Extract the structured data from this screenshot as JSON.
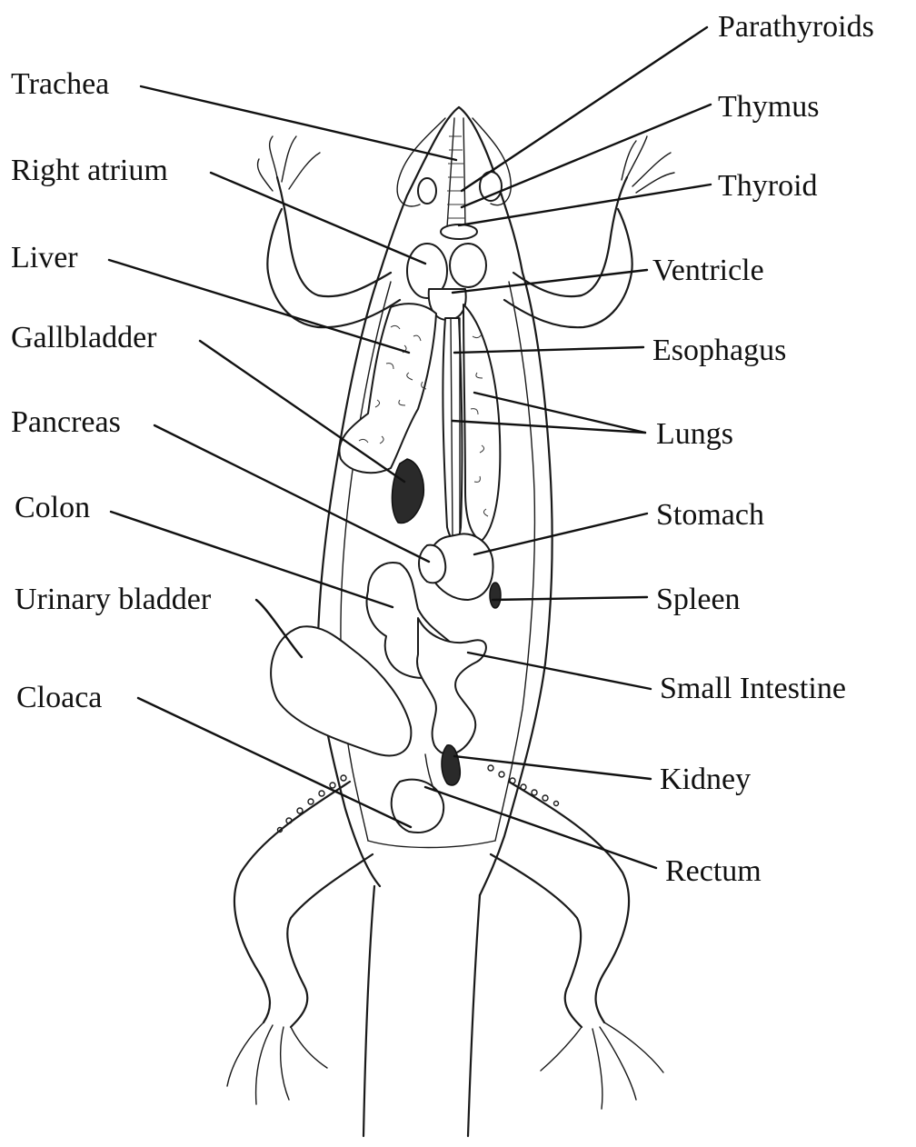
{
  "labels": {
    "trachea": "Trachea",
    "right_atrium": "Right atrium",
    "liver": "Liver",
    "gallbladder": "Gallbladder",
    "pancreas": "Pancreas",
    "colon": "Colon",
    "urinary_bladder": "Urinary bladder",
    "cloaca": "Cloaca",
    "parathyroids": "Parathyroids",
    "thymus": "Thymus",
    "thyroid": "Thyroid",
    "ventricle": "Ventricle",
    "esophagus": "Esophagus",
    "lungs": "Lungs",
    "stomach": "Stomach",
    "spleen": "Spleen",
    "small_intestine": "Small Intestine",
    "kidney": "Kidney",
    "rectum": "Rectum"
  },
  "colors": {
    "ink": "#111111",
    "background": "#ffffff"
  }
}
